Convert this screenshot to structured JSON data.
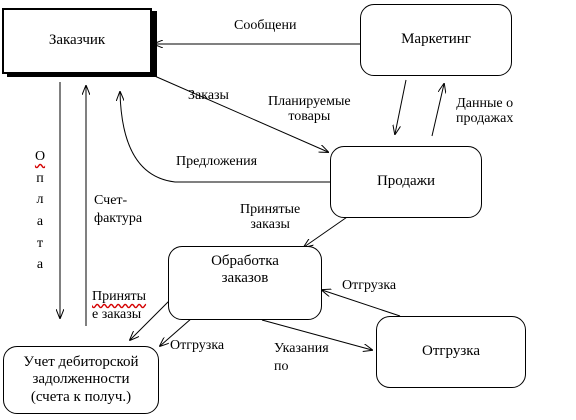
{
  "nodes": {
    "customer": "Заказчик",
    "marketing": "Маркетинг",
    "sales": "Продажи",
    "order_processing": [
      "Обработка",
      "заказов"
    ],
    "shipping": "Отгрузка",
    "receivables": [
      "Учет дебиторской",
      "задолженности",
      "(счета к получ.)"
    ]
  },
  "flows": {
    "messages": "Сообщени",
    "orders": "Заказы",
    "planned_goods": [
      "Планируемые",
      "товары"
    ],
    "sales_data": [
      "Данные о",
      "продажах"
    ],
    "proposals": "Предложения",
    "accepted_orders": [
      "Принятые",
      "заказы"
    ],
    "invoice": [
      "Счет-",
      "фактура"
    ],
    "payment": [
      "О",
      "п",
      "л",
      "а",
      "т",
      "а"
    ],
    "shipment_back": "Отгрузка",
    "accepted_orders_2": [
      "Приняты",
      "е заказы"
    ],
    "shipment_to_ar": "Отгрузка",
    "instructions": [
      "Указания",
      "по"
    ]
  }
}
